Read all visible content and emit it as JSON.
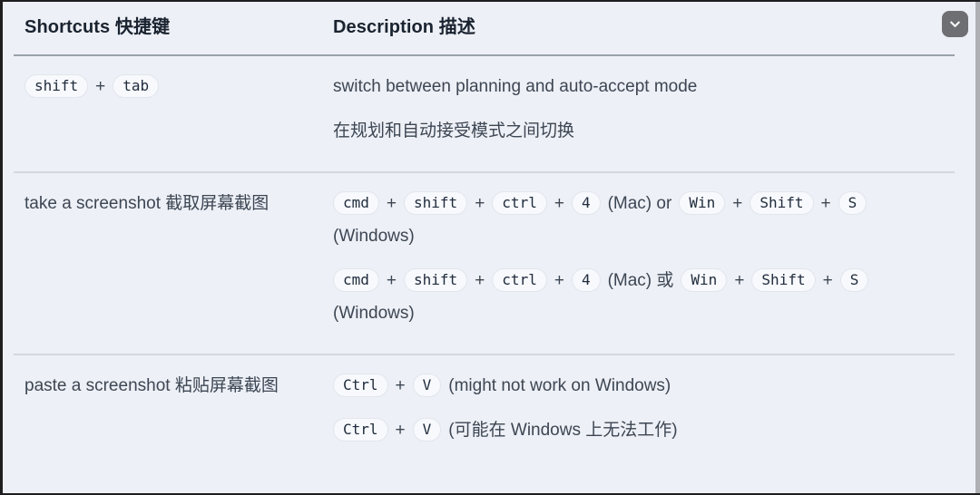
{
  "window": {
    "collapse_button": {
      "icon": "chevron-down"
    }
  },
  "table": {
    "columns": [
      {
        "label": "Shortcuts 快捷键"
      },
      {
        "label": "Description 描述"
      }
    ],
    "rows": [
      {
        "shortcut": {
          "parts": [
            {
              "kind": "key",
              "text": "shift"
            },
            {
              "kind": "separator",
              "text": "+"
            },
            {
              "kind": "key",
              "text": "tab"
            }
          ]
        },
        "description": {
          "paragraphs": [
            {
              "parts": [
                {
                  "kind": "text",
                  "text": "switch between planning and auto-accept mode"
                }
              ]
            },
            {
              "parts": [
                {
                  "kind": "text",
                  "text": "在规划和自动接受模式之间切换"
                }
              ]
            }
          ]
        }
      },
      {
        "shortcut": {
          "label": "take a screenshot 截取屏幕截图"
        },
        "description": {
          "paragraphs": [
            {
              "parts": [
                {
                  "kind": "key",
                  "text": "cmd"
                },
                {
                  "kind": "separator",
                  "text": "+"
                },
                {
                  "kind": "key",
                  "text": "shift"
                },
                {
                  "kind": "separator",
                  "text": "+"
                },
                {
                  "kind": "key",
                  "text": "ctrl"
                },
                {
                  "kind": "separator",
                  "text": "+"
                },
                {
                  "kind": "key",
                  "text": "4"
                },
                {
                  "kind": "text",
                  "text": "(Mac) or"
                },
                {
                  "kind": "key",
                  "text": "Win"
                },
                {
                  "kind": "separator",
                  "text": "+"
                },
                {
                  "kind": "key",
                  "text": "Shift"
                },
                {
                  "kind": "separator",
                  "text": "+"
                },
                {
                  "kind": "key",
                  "text": "S"
                },
                {
                  "kind": "text",
                  "text": "(Windows)"
                }
              ]
            },
            {
              "parts": [
                {
                  "kind": "key",
                  "text": "cmd"
                },
                {
                  "kind": "separator",
                  "text": "+"
                },
                {
                  "kind": "key",
                  "text": "shift"
                },
                {
                  "kind": "separator",
                  "text": "+"
                },
                {
                  "kind": "key",
                  "text": "ctrl"
                },
                {
                  "kind": "separator",
                  "text": "+"
                },
                {
                  "kind": "key",
                  "text": "4"
                },
                {
                  "kind": "text",
                  "text": "(Mac) 或"
                },
                {
                  "kind": "key",
                  "text": "Win"
                },
                {
                  "kind": "separator",
                  "text": "+"
                },
                {
                  "kind": "key",
                  "text": "Shift"
                },
                {
                  "kind": "separator",
                  "text": "+"
                },
                {
                  "kind": "key",
                  "text": "S"
                },
                {
                  "kind": "text",
                  "text": "(Windows)"
                }
              ]
            }
          ]
        }
      },
      {
        "shortcut": {
          "label": "paste a screenshot 粘贴屏幕截图"
        },
        "description": {
          "paragraphs": [
            {
              "parts": [
                {
                  "kind": "key",
                  "text": "Ctrl"
                },
                {
                  "kind": "separator",
                  "text": "+"
                },
                {
                  "kind": "key",
                  "text": "V"
                },
                {
                  "kind": "text",
                  "text": "(might not work on Windows)"
                }
              ]
            },
            {
              "parts": [
                {
                  "kind": "key",
                  "text": "Ctrl"
                },
                {
                  "kind": "separator",
                  "text": "+"
                },
                {
                  "kind": "key",
                  "text": "V"
                },
                {
                  "kind": "text",
                  "text": "(可能在 Windows 上无法工作)"
                }
              ]
            }
          ]
        }
      }
    ]
  }
}
